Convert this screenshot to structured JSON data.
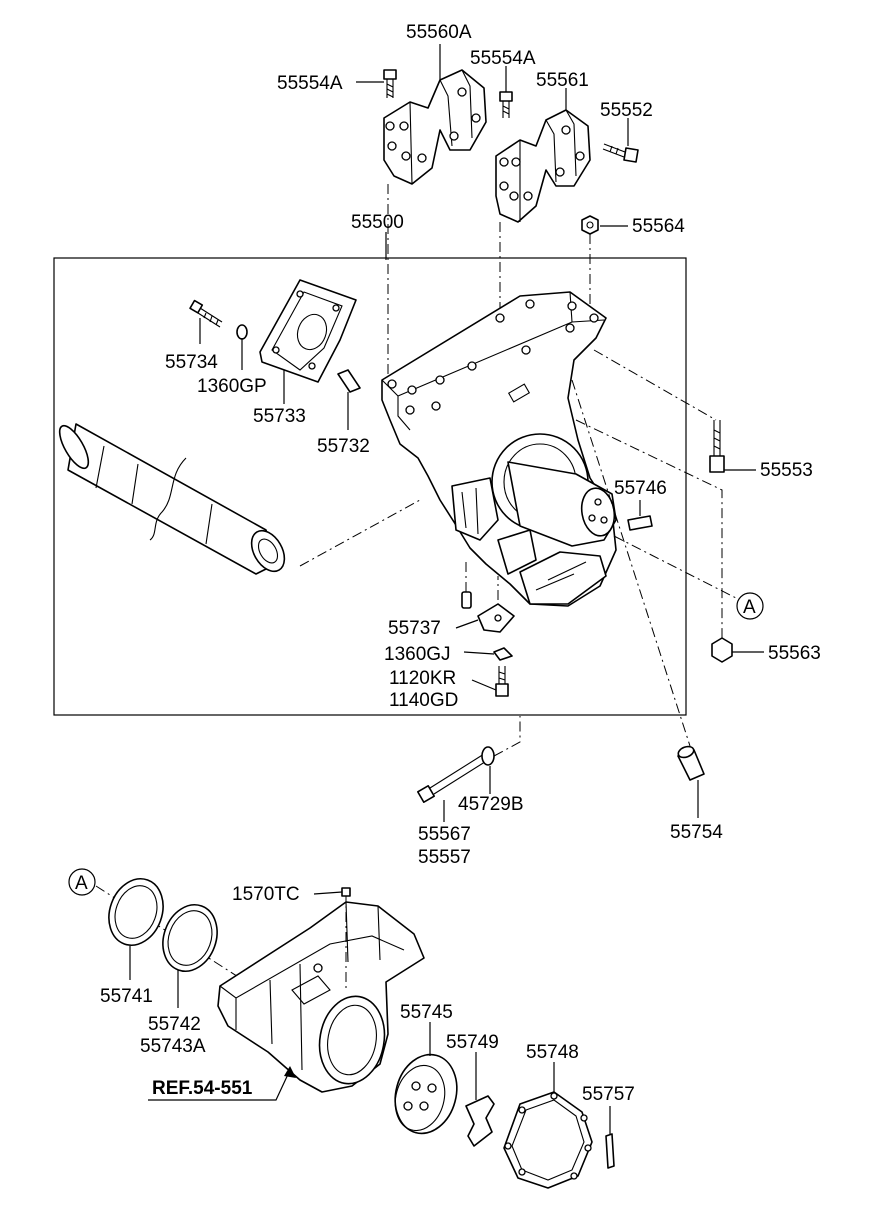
{
  "labels": {
    "p55560A": "55560A",
    "p55554A_1": "55554A",
    "p55554A_2": "55554A",
    "p55561": "55561",
    "p55552": "55552",
    "p55500": "55500",
    "p55564": "55564",
    "p55734": "55734",
    "p1360GP": "1360GP",
    "p55733": "55733",
    "p55732": "55732",
    "p55553": "55553",
    "p55746": "55746",
    "pA_1": "A",
    "p55563": "55563",
    "p55737": "55737",
    "p1360GJ": "1360GJ",
    "p1120KR": "1120KR",
    "p1140GD": "1140GD",
    "p45729B": "45729B",
    "p55567": "55567",
    "p55557": "55557",
    "p55754": "55754",
    "pA_2": "A",
    "p1570TC": "1570TC",
    "p55741": "55741",
    "p55742": "55742",
    "p55743A": "55743A",
    "p55745": "55745",
    "p55749": "55749",
    "p55748": "55748",
    "p55757": "55757",
    "ref": "REF.54-551"
  }
}
